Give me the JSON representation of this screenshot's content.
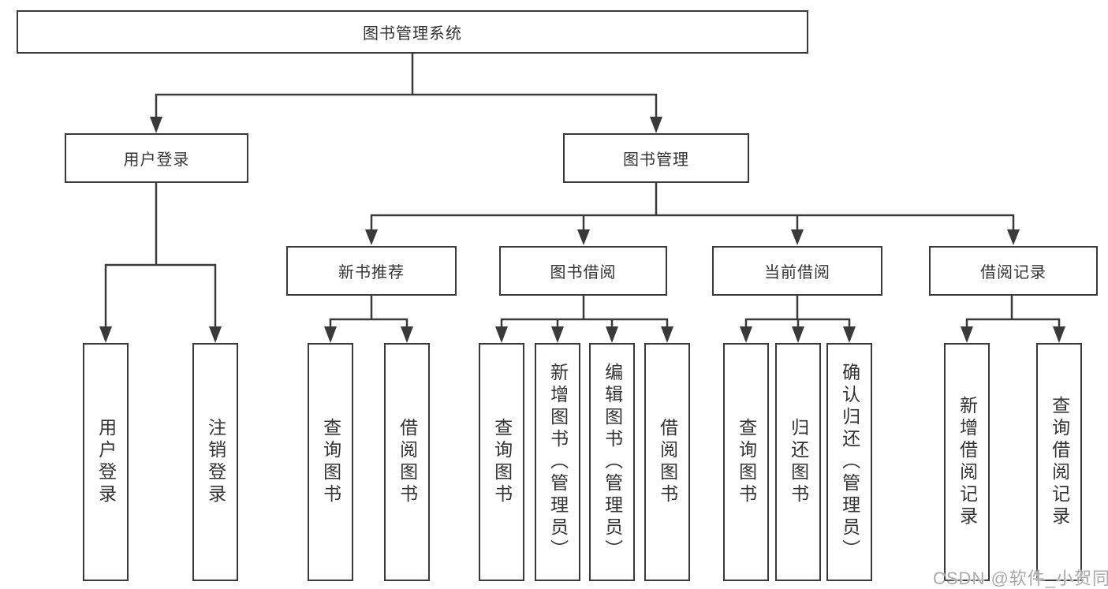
{
  "colors": {
    "line": "#3a3a3a",
    "box_border": "#3a3a3a",
    "text": "#333333",
    "watermark": "#a9a9a9",
    "background": "#ffffff"
  },
  "diagram": {
    "root": "图书管理系统",
    "level1": {
      "user_login": "用户登录",
      "book_management": "图书管理"
    },
    "level2": {
      "new_book_recommend": "新书推荐",
      "book_borrowing": "图书借阅",
      "current_borrowing": "当前借阅",
      "borrowing_records": "借阅记录"
    },
    "leaves": {
      "login": [
        "用户登录",
        "注销登录"
      ],
      "recommend": [
        "查询图书",
        "借阅图书"
      ],
      "borrowing": [
        "查询图书",
        "新增图书（管理员）",
        "编辑图书（管理员）",
        "借阅图书"
      ],
      "current": [
        "查询图书",
        "归还图书",
        "确认归还（管理员）"
      ],
      "records": [
        "新增借阅记录",
        "查询借阅记录"
      ]
    }
  },
  "watermark": "CSDN @软件_小贺同学"
}
